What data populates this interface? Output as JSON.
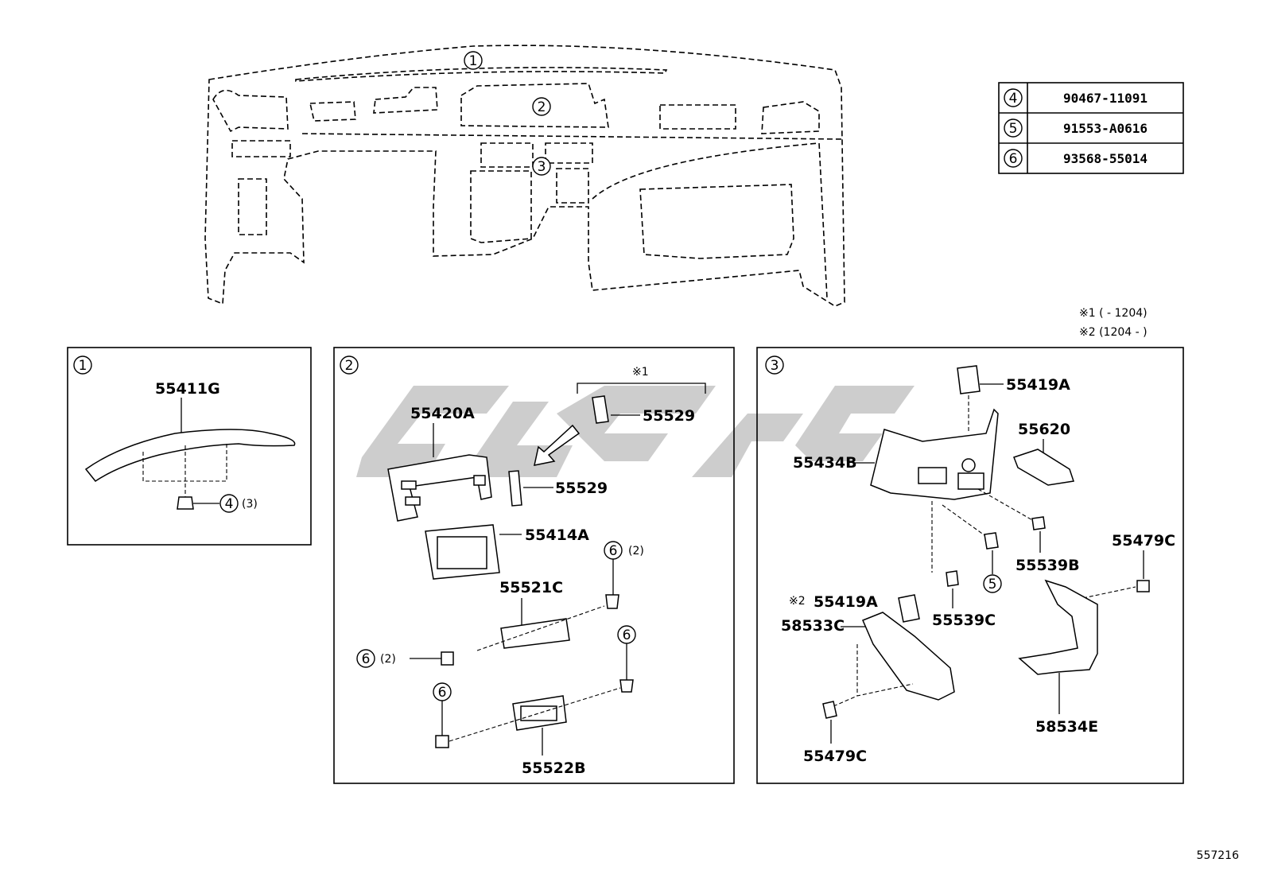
{
  "callouts": {
    "c1": "1",
    "c2": "2",
    "c3": "3",
    "c4": "4",
    "c5": "5",
    "c6": "6"
  },
  "legend_table": {
    "rows": [
      {
        "ref": "4",
        "part_no": "90467-11091"
      },
      {
        "ref": "5",
        "part_no": "91553-A0616"
      },
      {
        "ref": "6",
        "part_no": "93568-55014"
      }
    ]
  },
  "notes": {
    "note1": "※1 (     - 1204)",
    "note2": "※2 (1204 -     )"
  },
  "panel1": {
    "part_55411G": "55411G",
    "qty_4": "(3)"
  },
  "panel2": {
    "note_mark": "※1",
    "part_55420A": "55420A",
    "part_55529_a": "55529",
    "part_55529_b": "55529",
    "part_55414A": "55414A",
    "part_55521C": "55521C",
    "part_55522B": "55522B",
    "qty_6a": "(2)",
    "qty_6b": "(2)"
  },
  "panel3": {
    "part_55419A_a": "55419A",
    "part_55620": "55620",
    "part_55434B": "55434B",
    "part_55539B": "55539B",
    "part_55479C_a": "55479C",
    "note_mark2": "※2",
    "part_55419A_b": "55419A",
    "part_58533C": "58533C",
    "part_55539C": "55539C",
    "part_58534E": "58534E",
    "part_55479C_b": "55479C"
  },
  "figure_id": "557216"
}
